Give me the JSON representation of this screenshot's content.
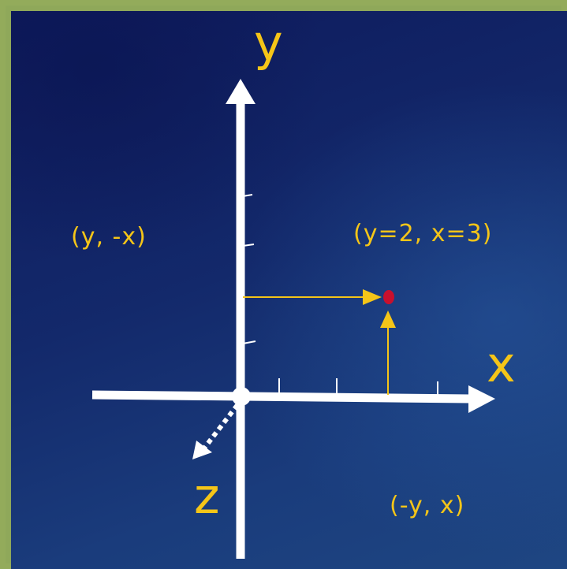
{
  "axes": {
    "y_label": "y",
    "x_label": "x",
    "z_label": "z"
  },
  "quadrant_labels": {
    "upper_left": "(y, -x)",
    "lower_right": "(-y, x)"
  },
  "point": {
    "label": "(y=2, x=3)",
    "y": 2,
    "x": 3
  },
  "colors": {
    "axis": "#ffffff",
    "text": "#f5c518",
    "guide": "#f5c518",
    "point": "#c8102e"
  }
}
